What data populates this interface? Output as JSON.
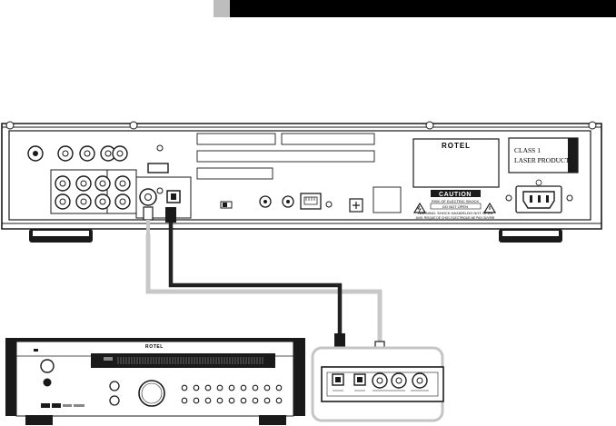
{
  "brand": "ROTEL",
  "laser_label": {
    "line1": "CLASS 1",
    "line2": "LASER PRODUCT"
  },
  "caution": {
    "title": "CAUTION",
    "line1": "RISK OF ELECTRIC SHOCK",
    "line2": "DO NOT OPEN",
    "warning1": "WARNING: SHOCK HAZARD-DO NOT OPEN",
    "warning2": "AVIS: RISQUE DE CHOC ELECTRIQUE-NE PAS OUVRIR"
  },
  "colors": {
    "cable_optical": "#222222",
    "cable_coax": "#c8c8c8",
    "panel_outline": "#1a1a1a",
    "header_black": "#000000",
    "header_tab": "#bdbdbd"
  }
}
